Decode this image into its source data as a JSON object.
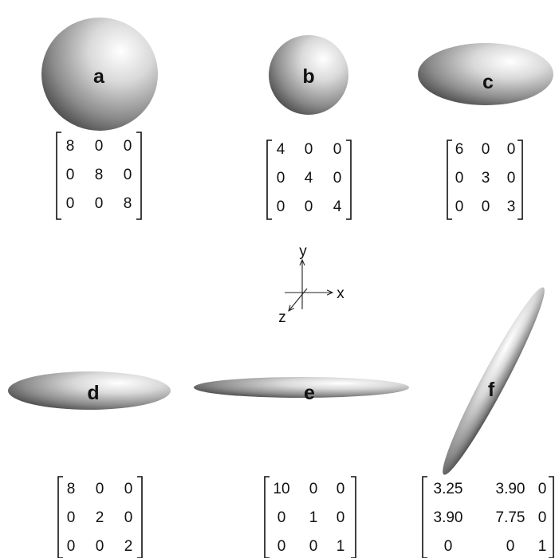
{
  "axes": {
    "y": "y",
    "x": "x",
    "z": "z"
  },
  "panels": [
    {
      "id": "a",
      "label": "a",
      "matrix": [
        [
          "8",
          "0",
          "0"
        ],
        [
          "0",
          "8",
          "0"
        ],
        [
          "0",
          "0",
          "8"
        ]
      ]
    },
    {
      "id": "b",
      "label": "b",
      "matrix": [
        [
          "4",
          "0",
          "0"
        ],
        [
          "0",
          "4",
          "0"
        ],
        [
          "0",
          "0",
          "4"
        ]
      ]
    },
    {
      "id": "c",
      "label": "c",
      "matrix": [
        [
          "6",
          "0",
          "0"
        ],
        [
          "0",
          "3",
          "0"
        ],
        [
          "0",
          "0",
          "3"
        ]
      ]
    },
    {
      "id": "d",
      "label": "d",
      "matrix": [
        [
          "8",
          "0",
          "0"
        ],
        [
          "0",
          "2",
          "0"
        ],
        [
          "0",
          "0",
          "2"
        ]
      ]
    },
    {
      "id": "e",
      "label": "e",
      "matrix": [
        [
          "10",
          "0",
          "0"
        ],
        [
          "0",
          "1",
          "0"
        ],
        [
          "0",
          "0",
          "1"
        ]
      ]
    },
    {
      "id": "f",
      "label": "f",
      "matrix": [
        [
          "3.25",
          "3.90",
          "0"
        ],
        [
          "3.90",
          "7.75",
          "0"
        ],
        [
          "0",
          "0",
          "1"
        ]
      ]
    }
  ]
}
